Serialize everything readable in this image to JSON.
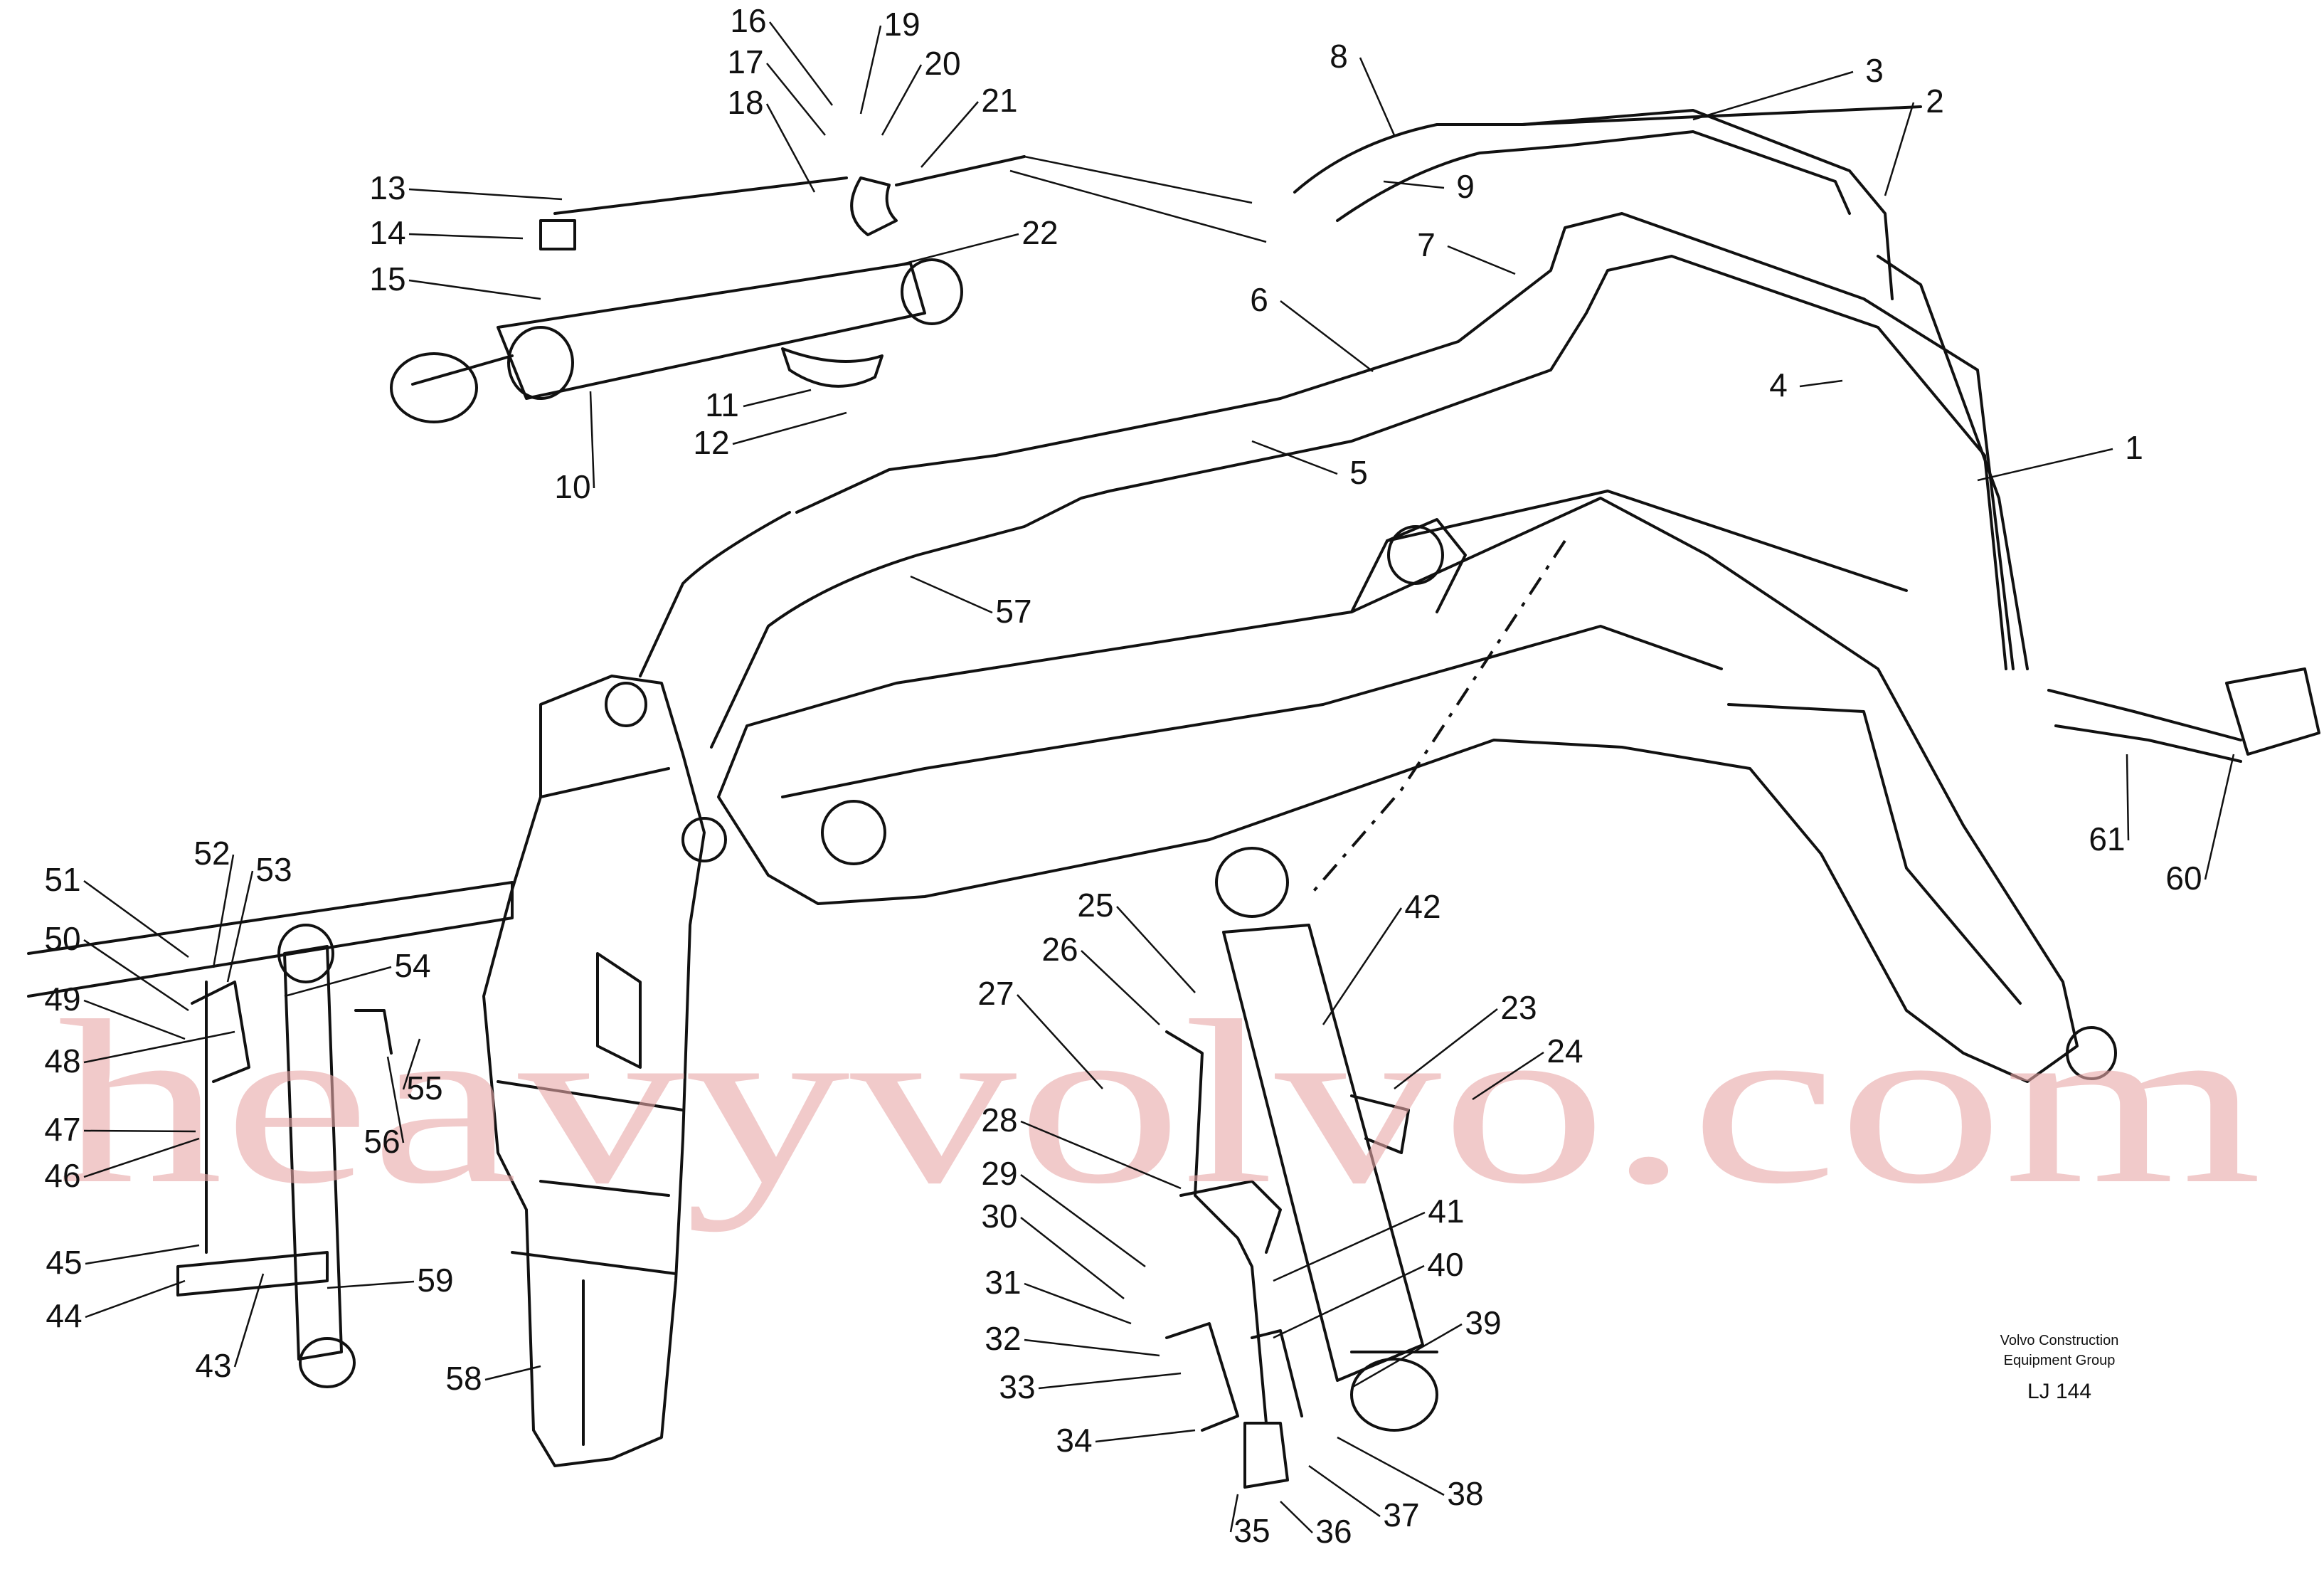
{
  "watermark": "heavyvolvo.com",
  "credit": {
    "line1": "Volvo Construction",
    "line2": "Equipment Group",
    "ref": "LJ 144"
  },
  "callouts": [
    {
      "n": "1"
    },
    {
      "n": "2"
    },
    {
      "n": "3"
    },
    {
      "n": "4"
    },
    {
      "n": "5"
    },
    {
      "n": "6"
    },
    {
      "n": "7"
    },
    {
      "n": "8"
    },
    {
      "n": "9"
    },
    {
      "n": "10"
    },
    {
      "n": "11"
    },
    {
      "n": "12"
    },
    {
      "n": "13"
    },
    {
      "n": "14"
    },
    {
      "n": "15"
    },
    {
      "n": "16"
    },
    {
      "n": "17"
    },
    {
      "n": "18"
    },
    {
      "n": "19"
    },
    {
      "n": "20"
    },
    {
      "n": "21"
    },
    {
      "n": "22"
    },
    {
      "n": "23"
    },
    {
      "n": "24"
    },
    {
      "n": "25"
    },
    {
      "n": "26"
    },
    {
      "n": "27"
    },
    {
      "n": "28"
    },
    {
      "n": "29"
    },
    {
      "n": "30"
    },
    {
      "n": "31"
    },
    {
      "n": "32"
    },
    {
      "n": "33"
    },
    {
      "n": "34"
    },
    {
      "n": "35"
    },
    {
      "n": "36"
    },
    {
      "n": "37"
    },
    {
      "n": "38"
    },
    {
      "n": "39"
    },
    {
      "n": "40"
    },
    {
      "n": "41"
    },
    {
      "n": "42"
    },
    {
      "n": "43"
    },
    {
      "n": "44"
    },
    {
      "n": "45"
    },
    {
      "n": "46"
    },
    {
      "n": "47"
    },
    {
      "n": "48"
    },
    {
      "n": "49"
    },
    {
      "n": "50"
    },
    {
      "n": "51"
    },
    {
      "n": "52"
    },
    {
      "n": "53"
    },
    {
      "n": "54"
    },
    {
      "n": "55"
    },
    {
      "n": "56"
    },
    {
      "n": "57"
    },
    {
      "n": "58"
    },
    {
      "n": "59"
    },
    {
      "n": "60"
    },
    {
      "n": "61"
    }
  ]
}
